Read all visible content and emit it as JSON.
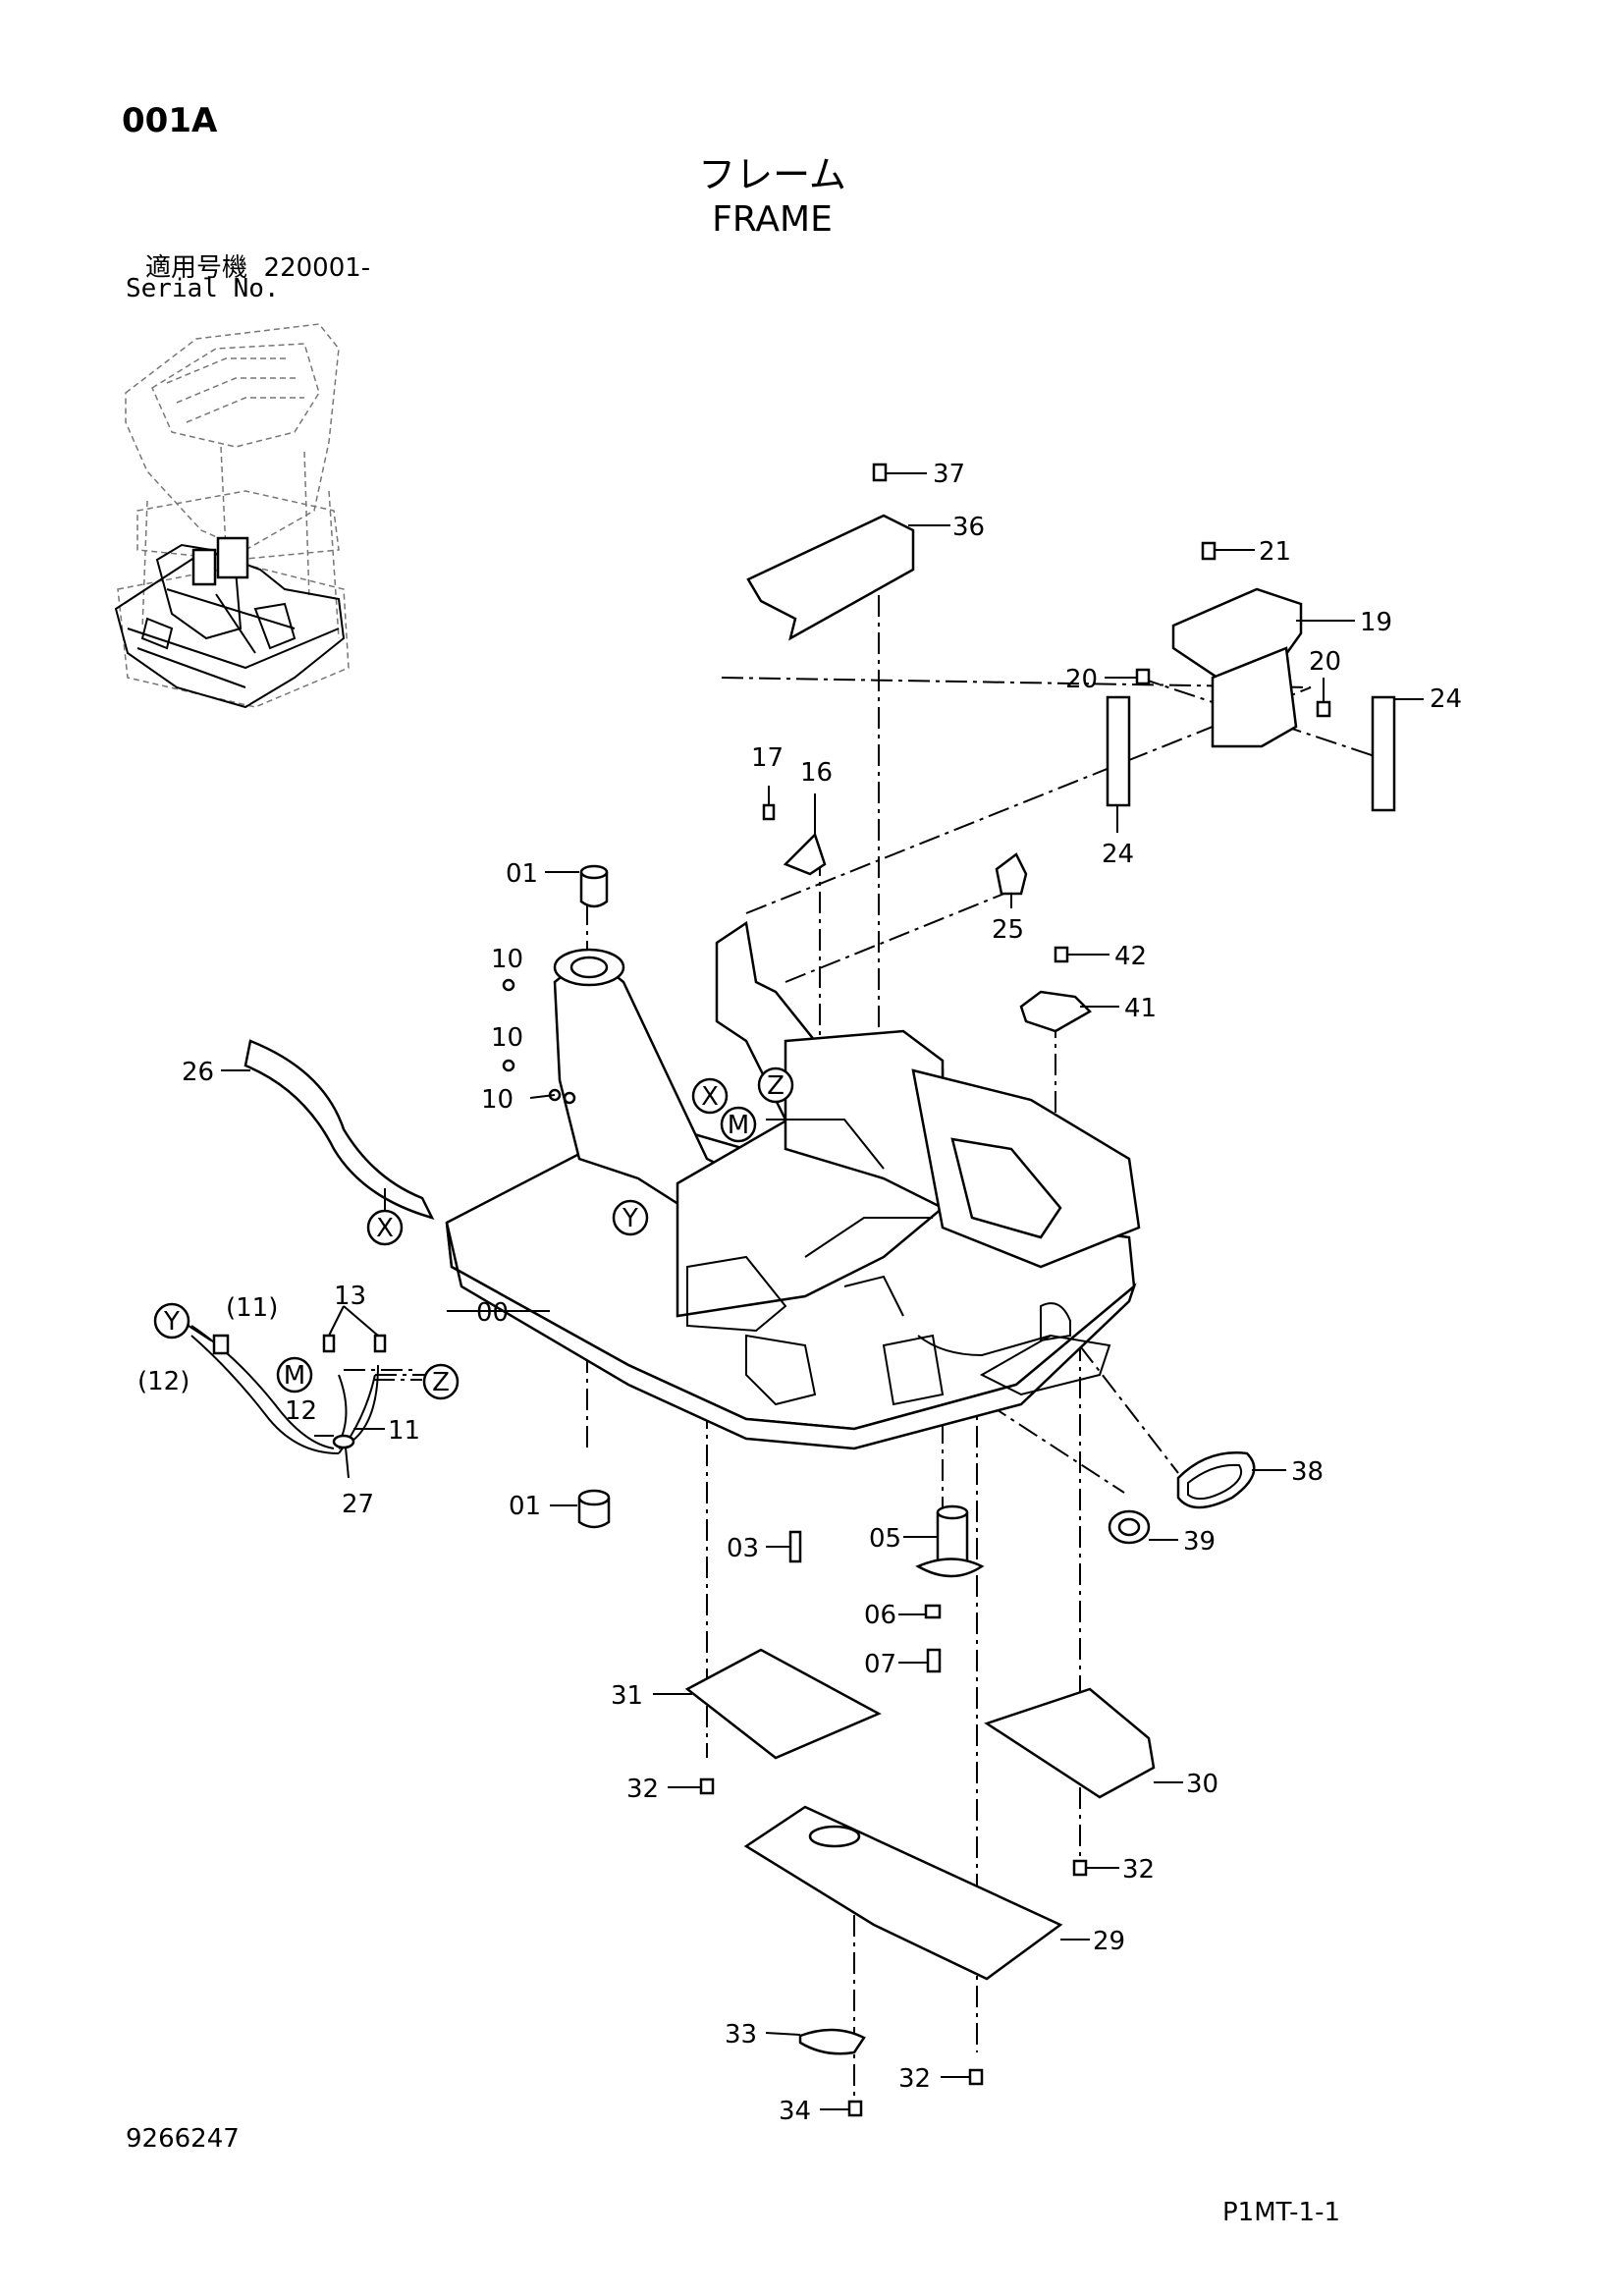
{
  "header": {
    "page_code": "001A",
    "title_jp": "フレーム",
    "title_en": "FRAME",
    "serial_label_jp": "適用号機",
    "serial_value": "220001-",
    "serial_label_en": "Serial No."
  },
  "footer": {
    "doc_number": "9266247",
    "page_ref": "P1MT-1-1"
  },
  "callouts": {
    "c37": "37",
    "c36": "36",
    "c21": "21",
    "c19": "19",
    "c20a": "20",
    "c20b": "20",
    "c24a": "24",
    "c24b": "24",
    "c17": "17",
    "c16": "16",
    "c01a": "01",
    "c25": "25",
    "c42": "42",
    "c41": "41",
    "c10a": "10",
    "c10b": "10",
    "c10c": "10",
    "c26": "26",
    "c13": "13",
    "c11a": "(11)",
    "c12a": "(12)",
    "c00": "00",
    "c12": "12",
    "c11": "11",
    "c27": "27",
    "c38": "38",
    "c01b": "01",
    "c03": "03",
    "c05": "05",
    "c39": "39",
    "c06": "06",
    "c07": "07",
    "c31": "31",
    "c30": "30",
    "c32a": "32",
    "c32b": "32",
    "c29": "29",
    "c33": "33",
    "c32c": "32",
    "c34": "34"
  },
  "refs": {
    "x1": "X",
    "z1": "Z",
    "m1": "M",
    "y1": "Y",
    "x2": "X",
    "y2": "Y",
    "m2": "M",
    "z2": "Z"
  }
}
